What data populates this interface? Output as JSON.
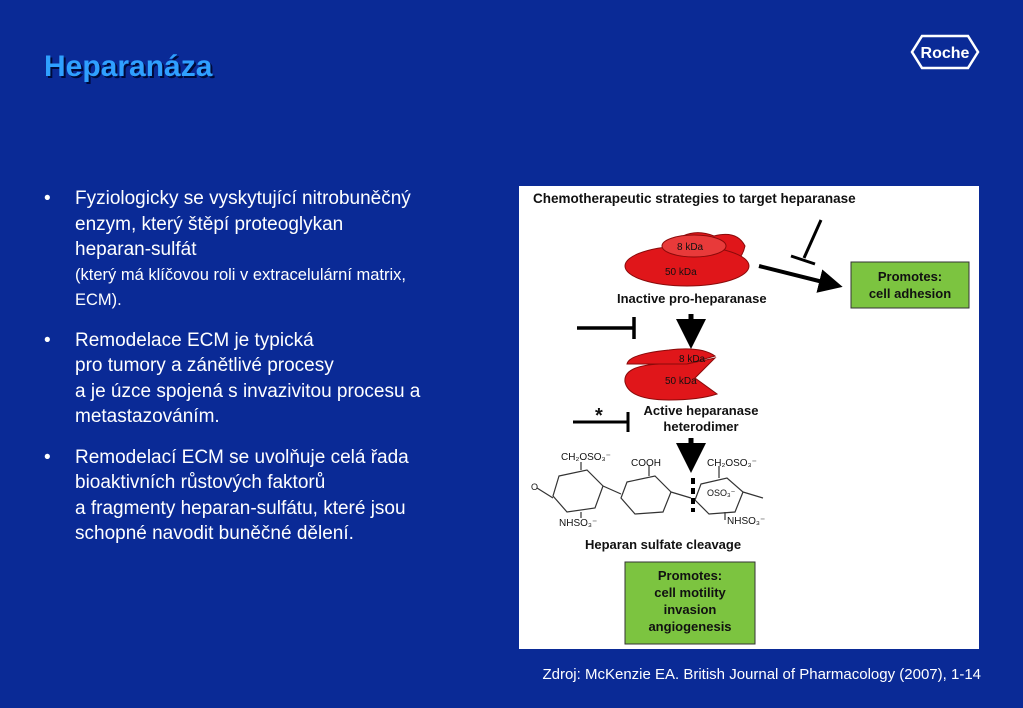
{
  "title": "Heparanáza",
  "logo_text": "Roche",
  "bullets": [
    {
      "lines": [
        "Fyziologicky se vyskytující nitrobuněčný",
        "enzym, který štěpí proteoglykan",
        "heparan-sulfát"
      ],
      "note": [
        "(který má klíčovou roli v extracelulární matrix,",
        "ECM)."
      ]
    },
    {
      "lines": [
        "Remodelace ECM je typická",
        "pro tumory a zánětlivé procesy",
        "a je úzce spojená s invazivitou procesu a",
        "metastazováním."
      ]
    },
    {
      "lines": [
        "Remodelací ECM se uvolňuje celá řada",
        "bioaktivních růstových faktorů",
        "a fragmenty heparan-sulfátu, které jsou",
        "schopné navodit buněčné dělení."
      ]
    }
  ],
  "figure": {
    "title": "Chemotherapeutic strategies to target heparanase",
    "kda8": "8 kDa",
    "kda50": "50 kDa",
    "inactive_label": "Inactive pro-heparanase",
    "active_label_1": "Active heparanase",
    "active_label_2": "heterodimer",
    "asterisk": "*",
    "promotes_1_line1": "Promotes:",
    "promotes_1_line2": "cell adhesion",
    "promotes_2": [
      "Promotes:",
      "cell motility",
      "invasion",
      "angiogenesis"
    ],
    "cleavage_label": "Heparan sulfate cleavage",
    "chem_ch2oso3_left": "CH₂OSO₃⁻",
    "chem_cooh": "COOH",
    "chem_ch2oso3_right": "CH₂OSO₃⁻",
    "chem_oso3": "OSO₃⁻",
    "chem_nhso3_left": "NHSO₃⁻",
    "chem_nhso3_right": "NHSO₃⁻",
    "chem_o": "O",
    "colors": {
      "enzyme_red": "#e0161a",
      "box_green": "#7cc440",
      "arrow_black": "#000000"
    }
  },
  "source": "Zdroj: McKenzie EA. British Journal of Pharmacology (2007), 1-14"
}
